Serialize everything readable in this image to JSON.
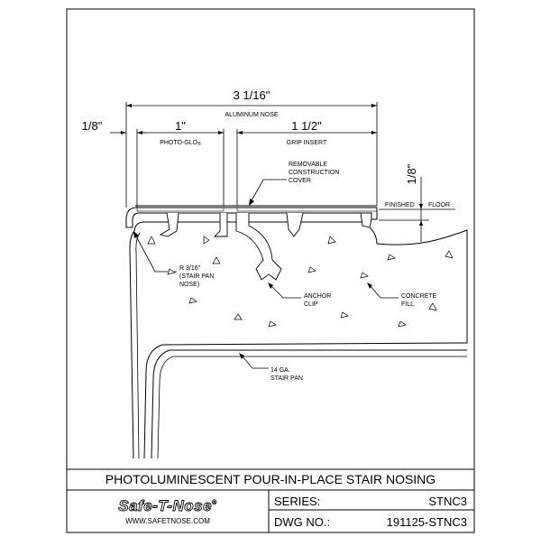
{
  "dimensions": {
    "overall": "3 1/16\"",
    "overall_label": "ALUMINUM NOSE",
    "left_offset": "1/8\"",
    "photo_glo": "1\"",
    "photo_glo_label": "PHOTO-GLO",
    "photo_glo_mark": "®",
    "grip_insert": "1 1/2\"",
    "grip_insert_label": "GRIP INSERT",
    "right_height": "1/8\""
  },
  "callouts": {
    "removable_cover": [
      "REMOVABLE",
      "CONSTRUCTION",
      "COVER"
    ],
    "finished": "FINISHED",
    "floor": "FLOOR",
    "radius": [
      "R 3/16\"",
      "(STAIR PAN",
      "NOSE)"
    ],
    "anchor": [
      "ANCHOR",
      "CLIP"
    ],
    "concrete": [
      "CONCRETE",
      "FILL"
    ],
    "stair_pan": [
      "14 GA.",
      "STAIR PAN"
    ]
  },
  "title_block": {
    "title": "PHOTOLUMINESCENT POUR-IN-PLACE STAIR NOSING",
    "logo": "Safe-T-Nose",
    "logo_mark": "®",
    "website": "WWW.SAFETNOSE.COM",
    "series_label": "SERIES:",
    "series_value": "STNC3",
    "dwg_label": "DWG NO.:",
    "dwg_value": "191125-STNC3"
  }
}
